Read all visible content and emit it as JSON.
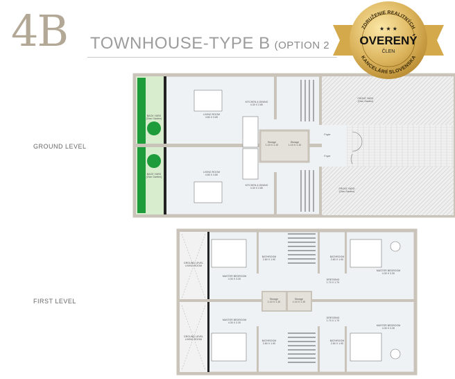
{
  "header": {
    "unit_number": "4B",
    "title": "TOWNHOUSE-TYPE B",
    "option": "(OPTION 2"
  },
  "levels": {
    "ground": {
      "label": "GROUND LEVEL",
      "rooms": {
        "back_yard": "BACK YARD",
        "back_yard_sub": "(Own Garden)",
        "living_room": "LIVING ROOM",
        "living_size": "4.80 X 3.80",
        "kitchen": "KITCHEN & DINING",
        "kitchen_size": "4.30 X 2.80",
        "storage": "Storage",
        "storage_size": "1.10 X 1.10",
        "foyer": "Foyer",
        "front_yard": "FRONT YARD",
        "front_yard_sub": "(Own Garden)"
      }
    },
    "first": {
      "label": "FIRST LEVEL",
      "rooms": {
        "ground_living": "GROUND LEVEL",
        "ground_living_sub": "LIVING ROOM",
        "master_bedroom": "MASTER BEDROOM",
        "master_left_size": "4.30 X 3.30",
        "master_right_size": "4.30 X 3.30",
        "bathroom": "BATHROOM",
        "bathroom_size": "2.80 X 1.90",
        "dressing": "DRESSING",
        "dressing_size": "1.70 X 1.70",
        "storage": "Storage",
        "storage_size": "1.10 X 1.10"
      }
    }
  },
  "badge": {
    "top_text": "ZDRUŽENIE REALITNÝCH",
    "main": "OVERENÝ",
    "sub": "ČLEN",
    "bottom_text": "KANCELÁRIÍ SLOVENSKA",
    "stars": "★ ★ ★"
  },
  "colors": {
    "gold": "#d9b45a",
    "garden": "#1e9b3a",
    "wall": "#c9c3b9"
  }
}
